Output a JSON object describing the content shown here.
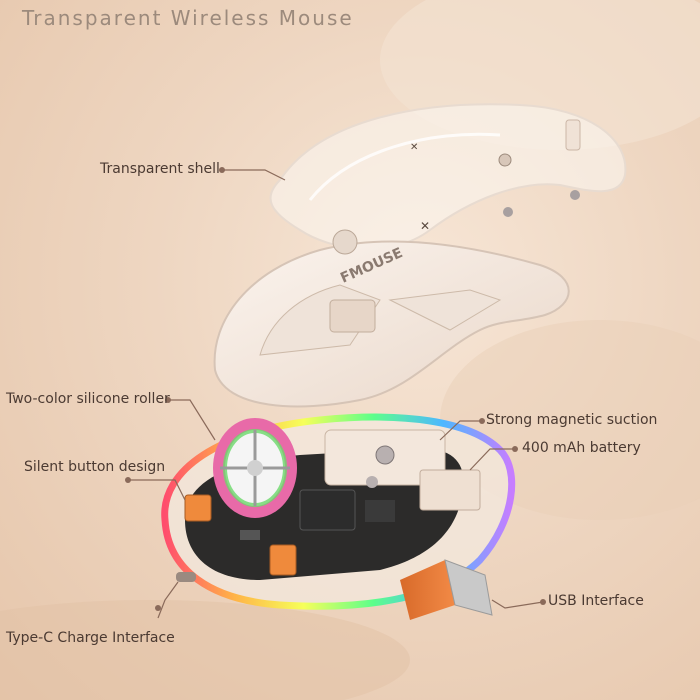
{
  "title": "Transparent Wireless Mouse",
  "brand_logo": "FMOUSE",
  "labels": {
    "shell": "Transparent shell",
    "roller": "Two-color silicone roller",
    "button": "Silent button design",
    "typec": "Type-C Charge Interface",
    "magnet": "Strong magnetic suction",
    "battery": "400 mAh battery",
    "usb": "USB Interface"
  },
  "colors": {
    "background": "#eed6c1",
    "shell": "#f6ece4",
    "usb_body": "#ee7a36",
    "label_text": "#4b3a32",
    "title_text": "#9c8a7c",
    "roller_ring_pink": "#e86aa8",
    "roller_ring_green": "#6bd86a"
  }
}
